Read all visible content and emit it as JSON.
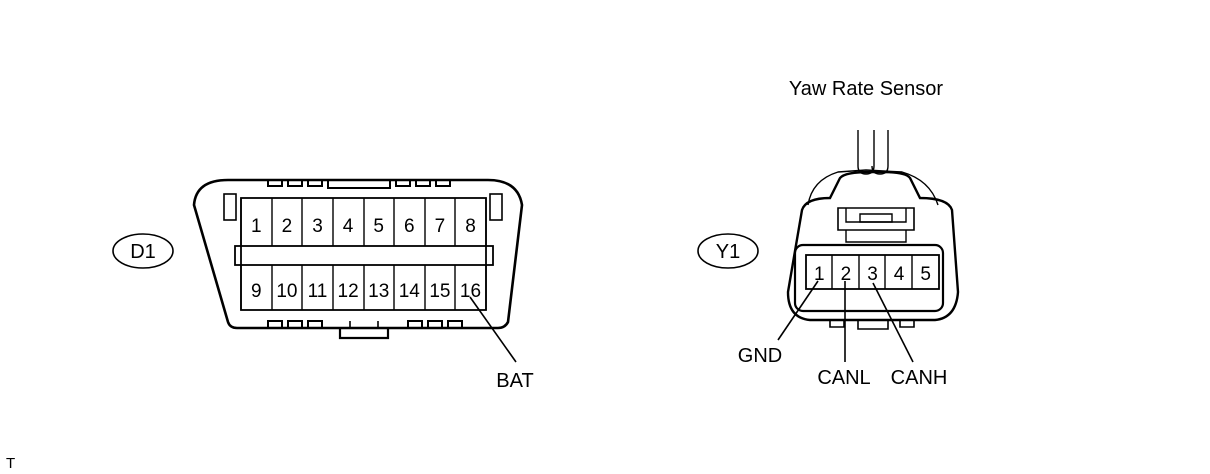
{
  "d1": {
    "id": "D1",
    "top_pins": [
      "1",
      "2",
      "3",
      "4",
      "5",
      "6",
      "7",
      "8"
    ],
    "bottom_pins": [
      "9",
      "10",
      "11",
      "12",
      "13",
      "14",
      "15",
      "16"
    ],
    "callout": "BAT"
  },
  "y1": {
    "title": "Yaw Rate Sensor",
    "id": "Y1",
    "pins": [
      "1",
      "2",
      "3",
      "4",
      "5"
    ],
    "callouts": {
      "gnd": "GND",
      "canl": "CANL",
      "canh": "CANH"
    }
  },
  "corner_mark": "T"
}
